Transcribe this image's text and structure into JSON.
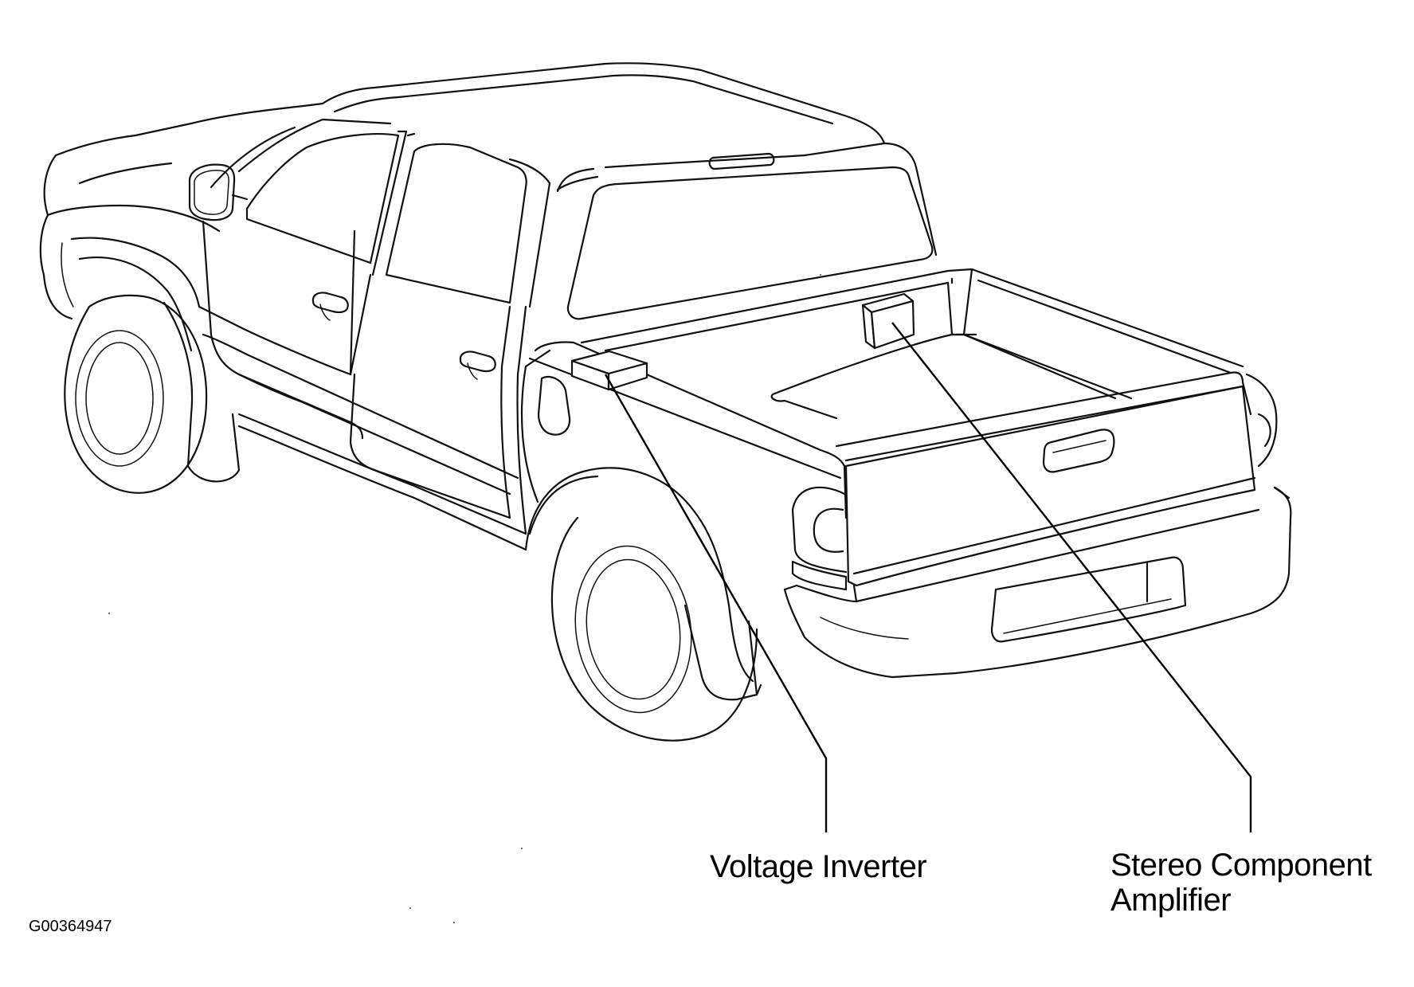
{
  "labels": {
    "voltage_inverter": "Voltage Inverter",
    "stereo_amp_line1": "Stereo Component",
    "stereo_amp_line2": "Amplifier"
  },
  "figure_code": "G00364947",
  "colors": {
    "line": "#111111",
    "background": "#ffffff"
  }
}
